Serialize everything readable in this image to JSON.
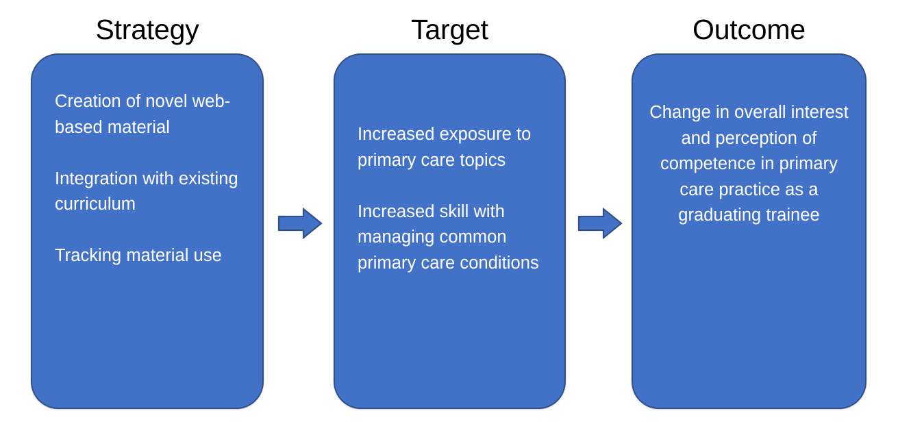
{
  "diagram": {
    "type": "process-flow",
    "orientation": "left-to-right",
    "stage_count": 3,
    "colors": {
      "box_fill": "#4272C8",
      "box_border": "#2F4F85",
      "box_text": "#FFFFFF",
      "title_text": "#000000",
      "arrow_fill": "#4272C8",
      "arrow_border": "#2F4F85",
      "background": "#FFFFFF"
    },
    "stages": [
      {
        "id": "strategy",
        "title": "Strategy",
        "align": "left",
        "items": [
          "Creation of novel web-based material",
          "Integration with existing curriculum",
          "Tracking material use"
        ]
      },
      {
        "id": "target",
        "title": "Target",
        "align": "left",
        "items": [
          "Increased exposure to primary care topics",
          "Increased skill with managing common primary care conditions"
        ]
      },
      {
        "id": "outcome",
        "title": "Outcome",
        "align": "center",
        "items": [
          "Change in overall interest and perception of competence in primary care practice as a graduating trainee"
        ]
      }
    ],
    "connectors": [
      {
        "id": "arrow-1",
        "from": "strategy",
        "to": "target",
        "icon": "right-arrow-icon"
      },
      {
        "id": "arrow-2",
        "from": "target",
        "to": "outcome",
        "icon": "right-arrow-icon"
      }
    ]
  }
}
